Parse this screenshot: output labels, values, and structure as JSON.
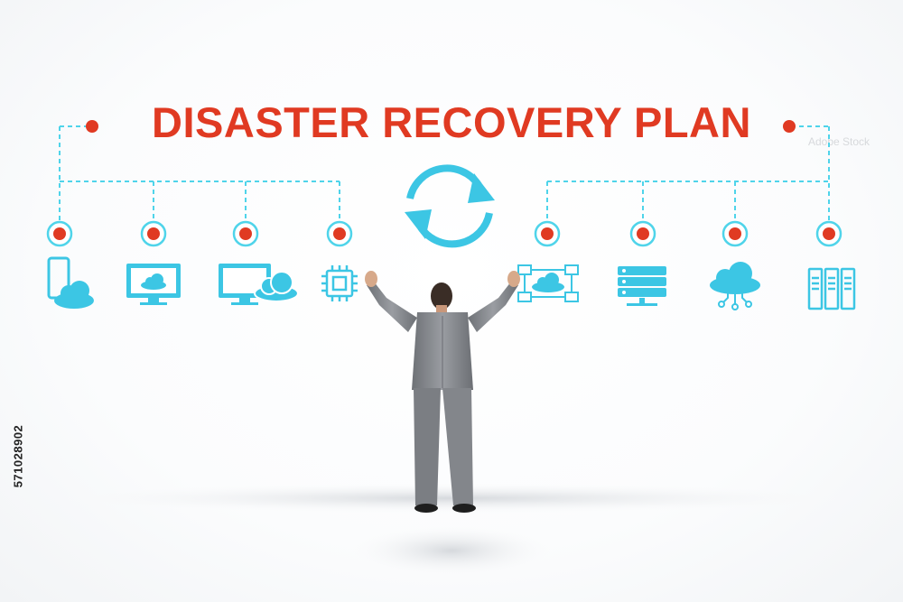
{
  "image": {
    "title": "DISASTER RECOVERY PLAN",
    "stock_id": "571028902",
    "watermark": "Adobe Stock",
    "colors": {
      "title": "#e03a22",
      "accent": "#4fd4ea",
      "node_fill": "#e03a22"
    },
    "icons": [
      "phone-cloud-icon",
      "monitor-cloud-icon",
      "computer-cloud-icon",
      "chip-icon",
      "refresh-cycle-icon",
      "network-cloud-icon",
      "server-stack-icon",
      "cloud-network-icon",
      "server-rack-icon"
    ],
    "subject": "businessman-raising-fists"
  }
}
